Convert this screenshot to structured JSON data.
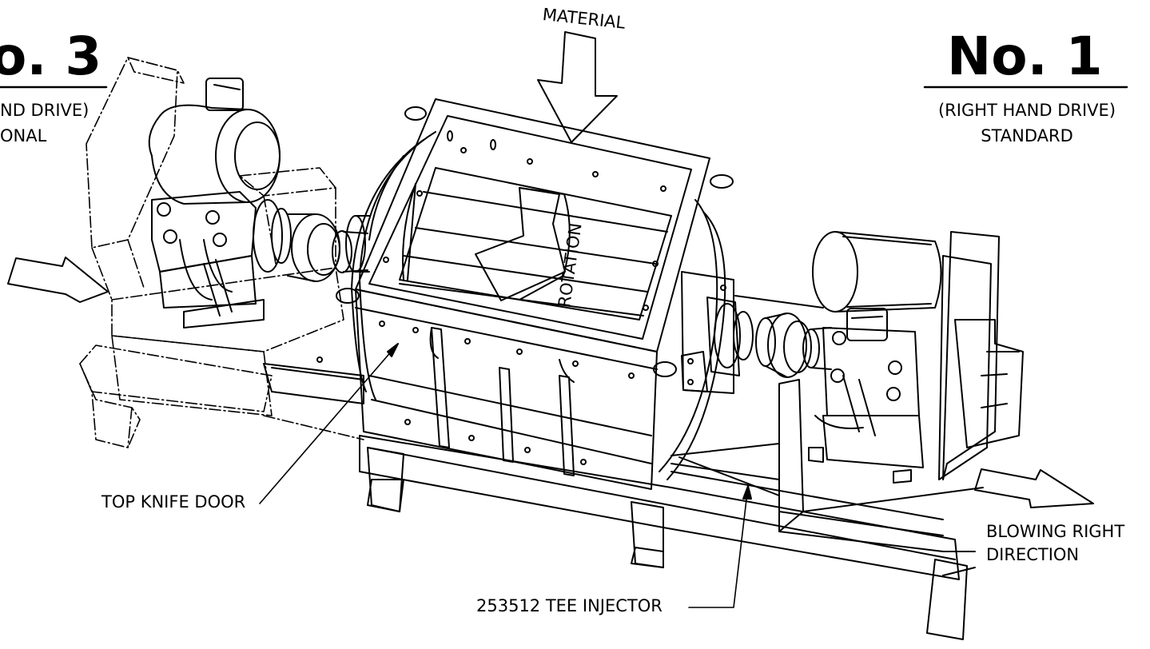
{
  "headers": {
    "left": {
      "title": "o. 3",
      "line1": "ND DRIVE)",
      "line2": "ONAL"
    },
    "right": {
      "title": "No. 1",
      "line1": "(RIGHT HAND DRIVE)",
      "line2": "STANDARD"
    }
  },
  "labels": {
    "material": "MATERIAL",
    "rotation": "ROTATION",
    "top_knife_door": "TOP KNIFE DOOR",
    "tee_injector": "253512 TEE INJECTOR",
    "blowing_line1": "BLOWING RIGHT",
    "blowing_line2": "DIRECTION"
  },
  "colors": {
    "line": "#000000",
    "background": "#ffffff"
  }
}
